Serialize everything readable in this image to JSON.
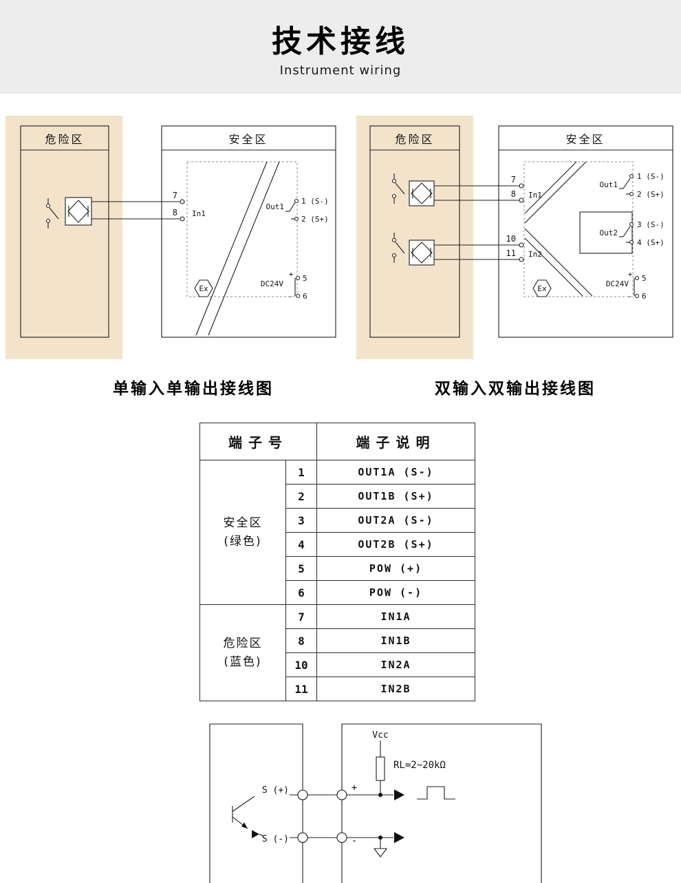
{
  "header": {
    "title": "技术接线",
    "subtitle": "Instrument wiring"
  },
  "colors": {
    "hazard_bg": "#f3e3cb",
    "header_bg": "#ededed"
  },
  "left_diagram": {
    "caption": "单输入单输出接线图",
    "hazard_zone": "危险区",
    "safe_zone": "安全区",
    "t7": "7",
    "t8": "8",
    "in1": "In1",
    "out1": "Out1",
    "out1a": "1 (S-)",
    "out1b": "2 (S+)",
    "power": "DC24V",
    "plus": "+",
    "minus": "-",
    "t5": "5",
    "t6": "6",
    "ex": "Ex"
  },
  "right_diagram": {
    "caption": "双输入双输出接线图",
    "hazard_zone": "危险区",
    "safe_zone": "安全区",
    "t7": "7",
    "t8": "8",
    "in1": "In1",
    "t10": "10",
    "t11": "11",
    "in2": "In2",
    "out1": "Out1",
    "out1a": "1 (S-)",
    "out1b": "2 (S+)",
    "out2": "Out2",
    "out2a": "3 (S-)",
    "out2b": "4 (S+)",
    "power": "DC24V",
    "plus": "+",
    "minus": "-",
    "t5": "5",
    "t6": "6",
    "ex": "Ex"
  },
  "table": {
    "col_terminal": "端子号",
    "col_desc": "端子说明",
    "groups": [
      {
        "zone": "安全区",
        "color": "(绿色)",
        "rows": [
          {
            "no": "1",
            "desc": "OUT1A (S-)"
          },
          {
            "no": "2",
            "desc": "OUT1B (S+)"
          },
          {
            "no": "3",
            "desc": "OUT2A (S-)"
          },
          {
            "no": "4",
            "desc": "OUT2B (S+)"
          },
          {
            "no": "5",
            "desc": "POW (+)"
          },
          {
            "no": "6",
            "desc": "POW (-)"
          }
        ]
      },
      {
        "zone": "危险区",
        "color": "(蓝色)",
        "rows": [
          {
            "no": "7",
            "desc": "IN1A"
          },
          {
            "no": "8",
            "desc": "IN1B"
          },
          {
            "no": "10",
            "desc": "IN2A"
          },
          {
            "no": "11",
            "desc": "IN2B"
          }
        ]
      }
    ]
  },
  "circuit": {
    "s_plus": "S (+)",
    "s_minus": "S (-)",
    "vcc": "Vcc",
    "load": "RL=2~20kΩ",
    "plus": "+",
    "minus": "-"
  }
}
